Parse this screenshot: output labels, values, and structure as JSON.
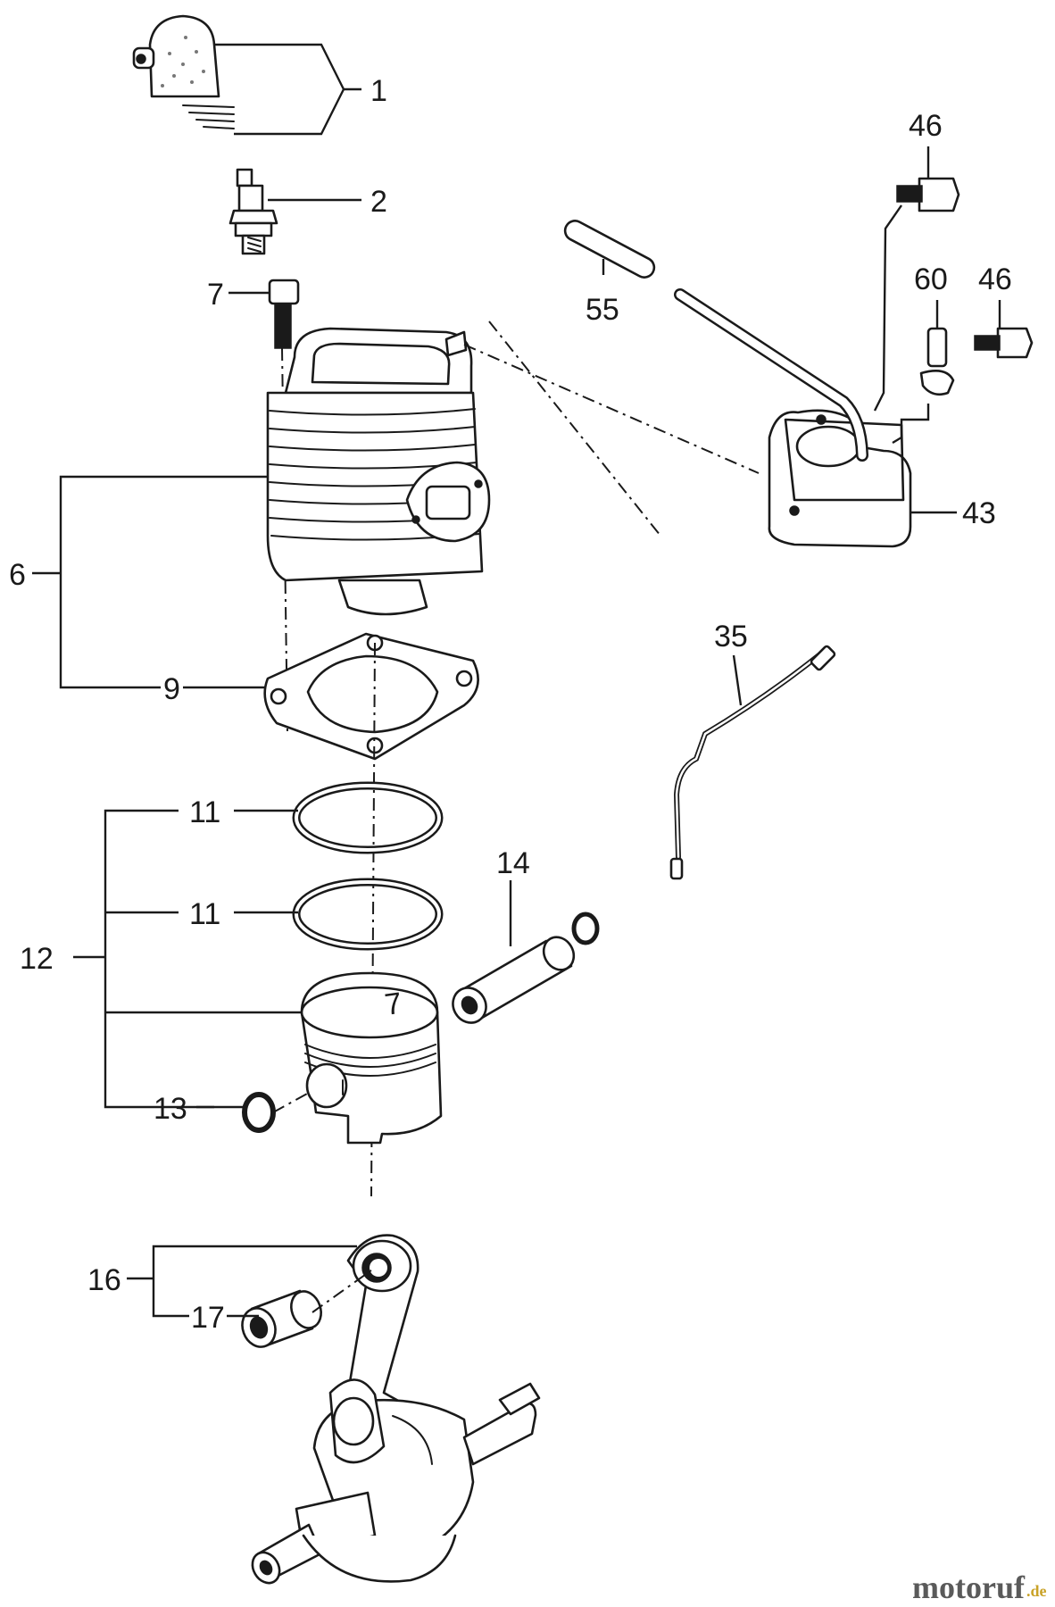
{
  "callouts": [
    {
      "id": "1",
      "label": "1"
    },
    {
      "id": "2",
      "label": "2"
    },
    {
      "id": "7",
      "label": "7"
    },
    {
      "id": "55",
      "label": "55"
    },
    {
      "id": "46a",
      "label": "46"
    },
    {
      "id": "60",
      "label": "60"
    },
    {
      "id": "46b",
      "label": "46"
    },
    {
      "id": "43",
      "label": "43"
    },
    {
      "id": "6",
      "label": "6"
    },
    {
      "id": "9",
      "label": "9"
    },
    {
      "id": "35",
      "label": "35"
    },
    {
      "id": "11a",
      "label": "11"
    },
    {
      "id": "11b",
      "label": "11"
    },
    {
      "id": "14",
      "label": "14"
    },
    {
      "id": "12",
      "label": "12"
    },
    {
      "id": "13",
      "label": "13"
    },
    {
      "id": "16",
      "label": "16"
    },
    {
      "id": "17",
      "label": "17"
    }
  ],
  "watermark": {
    "brand": "motoruf",
    "suffix": ".de"
  },
  "colors": {
    "ink": "#1a1a1a",
    "paper": "#ffffff",
    "watermark_gray": "#5a5a5a",
    "watermark_gold": "#c9a227"
  }
}
